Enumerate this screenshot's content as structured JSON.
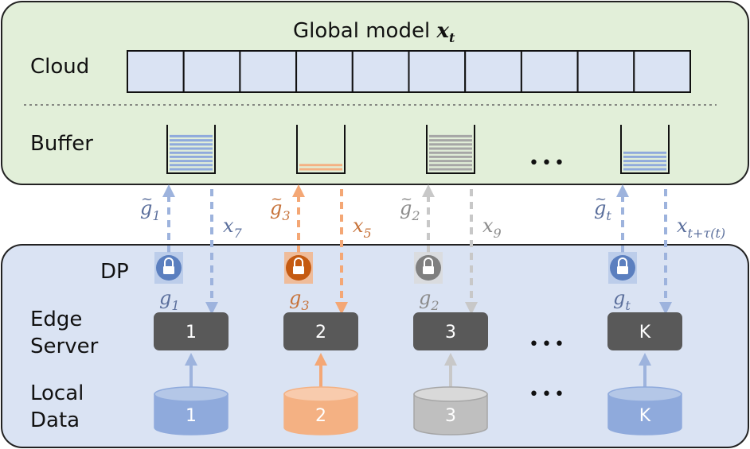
{
  "cloud_panel": {
    "title_prefix": "Global model ",
    "title_var": "x",
    "title_sub": "t",
    "cloud_label": "Cloud",
    "buffer_label": "Buffer",
    "model_cells": 10
  },
  "edge_panel": {
    "dp_label": "DP",
    "edge_label_line1": "Edge",
    "edge_label_line2": "Server",
    "data_label_line1": "Local",
    "data_label_line2": "Data",
    "ellipsis": "•••"
  },
  "colors": {
    "blue": "#8faadc",
    "orange": "#f4b183",
    "gray": "#bfbfbf",
    "cloud_bg": "#e2efd9",
    "edge_bg": "#dae3f3",
    "server_box": "#595959"
  },
  "columns": [
    {
      "id": "1",
      "color": "blue",
      "server_label": "1",
      "data_label": "1",
      "up_grad": {
        "base": "g",
        "tilde": true,
        "sub": "1"
      },
      "down_model": {
        "base": "x",
        "sub": "7"
      },
      "local_grad": {
        "base": "g",
        "sub": "1"
      },
      "buffer_level": "full"
    },
    {
      "id": "2",
      "color": "orange",
      "server_label": "2",
      "data_label": "2",
      "up_grad": {
        "base": "g",
        "tilde": true,
        "sub": "3"
      },
      "down_model": {
        "base": "x",
        "sub": "5"
      },
      "local_grad": {
        "base": "g",
        "sub": "3"
      },
      "buffer_level": "low"
    },
    {
      "id": "3",
      "color": "gray",
      "server_label": "3",
      "data_label": "3",
      "up_grad": {
        "base": "g",
        "tilde": true,
        "sub": "2"
      },
      "down_model": {
        "base": "x",
        "sub": "9"
      },
      "local_grad": {
        "base": "g",
        "sub": "2"
      },
      "buffer_level": "full"
    },
    {
      "id": "K",
      "color": "blue",
      "server_label": "K",
      "data_label": "K",
      "up_grad": {
        "base": "g",
        "tilde": true,
        "sub": "t"
      },
      "down_model": {
        "base": "x",
        "sub": "t+τ(t)"
      },
      "local_grad": {
        "base": "g",
        "sub": "t"
      },
      "buffer_level": "half"
    }
  ]
}
